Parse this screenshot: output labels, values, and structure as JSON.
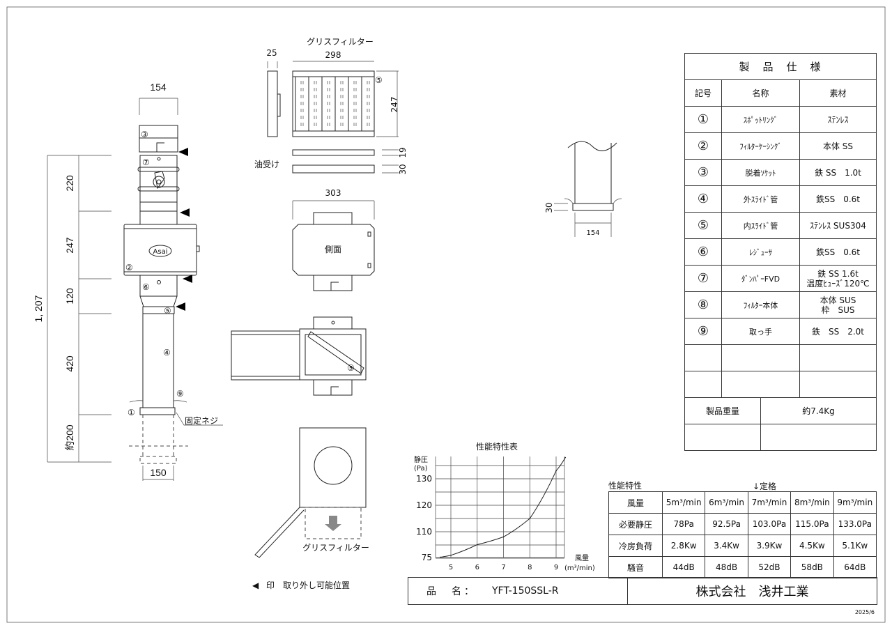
{
  "main_drawing": {
    "dims": {
      "top_width": "154",
      "bottom_width": "150",
      "total": "1, 207",
      "seg1": "220",
      "seg2": "247",
      "seg3": "120",
      "seg4": "420",
      "seg5": "約200"
    },
    "labels": {
      "brand": "Asai",
      "fixing_screw": "固定ネジ"
    },
    "callouts": [
      "①",
      "②",
      "③",
      "④",
      "⑤",
      "⑥",
      "⑦",
      "⑨"
    ]
  },
  "grease_filter": {
    "title": "グリスフィルター",
    "thickness": "25",
    "width": "298",
    "height": "247",
    "callout": "⑤",
    "oil_pan_label": "油受け",
    "oil_pan_dims": [
      "19",
      "30"
    ]
  },
  "side_view": {
    "width": "303",
    "label": "側面",
    "callout": "⑤"
  },
  "bottom_view": {
    "label": "グリスフィルター"
  },
  "detail": {
    "height": "30",
    "width": "154"
  },
  "legend": {
    "symbol": "◀",
    "text": "印　取り外し可能位置"
  },
  "spec_table": {
    "title": "製　品　仕　様",
    "headers": [
      "記号",
      "名称",
      "素材"
    ],
    "rows": [
      {
        "no": "①",
        "name": "ｽﾎﾟｯﾄﾘﾝｸﾞ",
        "material": "ｽﾃﾝﾚｽ"
      },
      {
        "no": "②",
        "name": "ﾌｨﾙﾀｰｹｰｼﾝｸﾞ",
        "material": "本体 SS"
      },
      {
        "no": "③",
        "name": "脱着ｿｹｯﾄ",
        "material": "鉄 SS　1.0t"
      },
      {
        "no": "④",
        "name": "外ｽﾗｲﾄﾞ管",
        "material": "鉄SS　0.6t"
      },
      {
        "no": "⑤",
        "name": "内ｽﾗｲﾄﾞ管",
        "material": "ｽﾃﾝﾚｽ SUS304"
      },
      {
        "no": "⑥",
        "name": "ﾚｼﾞｭｰｻ",
        "material": "鉄SS　0.6t"
      },
      {
        "no": "⑦",
        "name": "ﾀﾞﾝﾊﾟｰFVD",
        "material": "鉄 SS 1.6t",
        "material2": "温度ﾋｭｰｽﾞ120℃"
      },
      {
        "no": "⑧",
        "name": "ﾌｨﾙﾀｰ本体",
        "material": "本体 SUS",
        "material2": "枠　SUS"
      },
      {
        "no": "⑨",
        "name": "取っ手",
        "material": "鉄　SS　2.0t"
      }
    ],
    "weight_label": "製品重量",
    "weight_value": "約7.4Kg"
  },
  "perf_table": {
    "title": "性能特性",
    "rated_marker": "↓定格",
    "header": "風量",
    "flows": [
      "5m³/min",
      "6m³/min",
      "7m³/min",
      "8m³/min",
      "9m³/min"
    ],
    "rows": [
      {
        "label": "必要静圧",
        "values": [
          "78Pa",
          "92.5Pa",
          "103.0Pa",
          "115.0Pa",
          "133.0Pa"
        ]
      },
      {
        "label": "冷房負荷",
        "values": [
          "2.8Kw",
          "3.4Kw",
          "3.9Kw",
          "4.5Kw",
          "5.1Kw"
        ]
      },
      {
        "label": "騒音",
        "values": [
          "44dB",
          "48dB",
          "52dB",
          "58dB",
          "64dB"
        ]
      }
    ]
  },
  "title_block": {
    "product_label": "品　名：",
    "product": "YFT-150SSL-R",
    "company": "株式会社　浅井工業",
    "date": "2025/6"
  },
  "chart_data": {
    "type": "line",
    "title": "性能特性表",
    "ylabel": "静圧",
    "yunit": "(Pa)",
    "xlabel": "風量",
    "xunit": "(m³/min)",
    "x_ticks": [
      "5",
      "6",
      "7",
      "8",
      "9"
    ],
    "y_ticks": [
      "75",
      "110",
      "120",
      "130"
    ],
    "y_tick_values": [
      75,
      110,
      120,
      130
    ],
    "xlim": [
      4.4,
      9.3
    ],
    "grid": true,
    "series": [
      {
        "name": "静圧",
        "x": [
          4.6,
          5,
          6,
          7,
          8,
          9,
          9.35
        ],
        "y": [
          75.5,
          78,
          92.5,
          103,
          115,
          133,
          138
        ]
      }
    ]
  }
}
